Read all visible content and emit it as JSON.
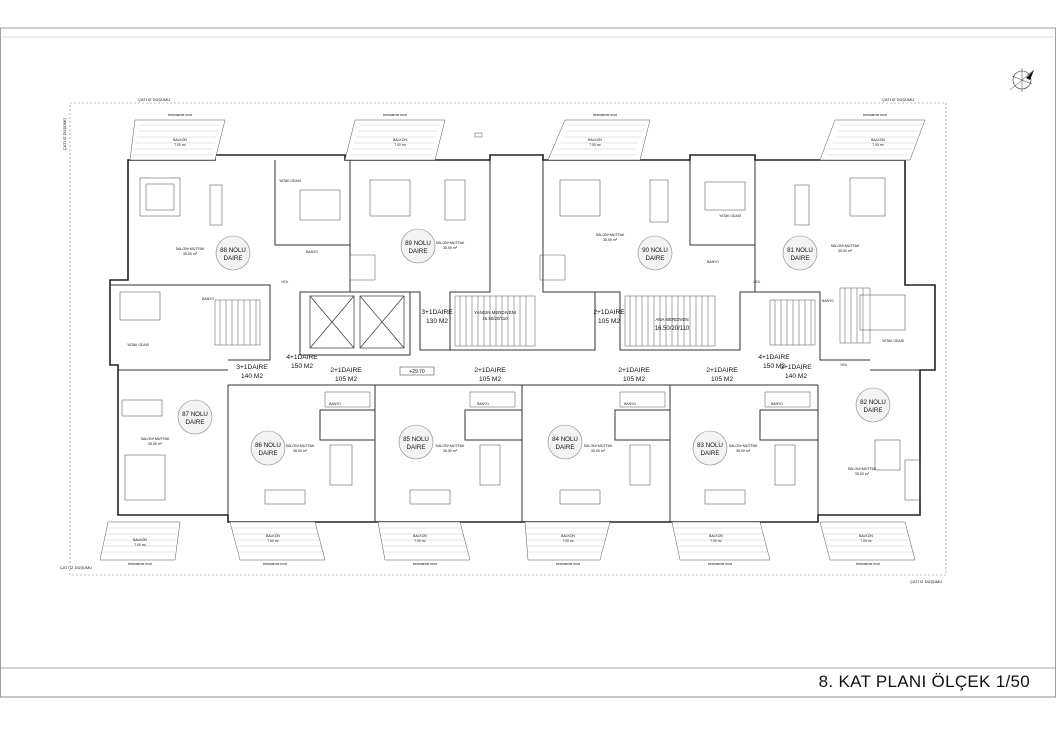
{
  "sheet": {
    "title": "8. KAT PLANI ÖLÇEK 1/50"
  },
  "roof_labels": [
    "ÇATI IZ DÜŞÜMÜ",
    "ÇATI IZ DÜŞÜMÜ",
    "ÇATI IZ DÜŞÜMÜ",
    "ÇATI IZ DÜŞÜMÜ",
    "ÇATI IZ DÜŞÜMÜ"
  ],
  "railing_label": "betonarme mod",
  "apartments": [
    {
      "no": "88 NOLU",
      "suffix": "DAIRE",
      "salon": "SALON+MUTFAK",
      "salon_area": "35.00 m²"
    },
    {
      "no": "89 NOLU",
      "suffix": "DAIRE",
      "salon": "SALON+MUTFAK",
      "salon_area": "35.00 m²"
    },
    {
      "no": "90 NOLU",
      "suffix": "DAIRE",
      "salon": "SALON+MUTFAK",
      "salon_area": "35.00 m²"
    },
    {
      "no": "81 NOLU",
      "suffix": "DAIRE",
      "salon": "SALON+MUTFAK",
      "salon_area": "35.00 m²"
    },
    {
      "no": "87 NOLU",
      "suffix": "DAIRE",
      "salon": "SALON+MUTFAK",
      "salon_area": "35.00 m²"
    },
    {
      "no": "86 NOLU",
      "suffix": "DAIRE",
      "salon": "SALON+MUTFAK",
      "salon_area": "35.00 m²"
    },
    {
      "no": "85 NOLU",
      "suffix": "DAIRE",
      "salon": "SALON+MUTFAK",
      "salon_area": "35.00 m²"
    },
    {
      "no": "84 NOLU",
      "suffix": "DAIRE",
      "salon": "SALON+MUTFAK",
      "salon_area": "35.00 m²"
    },
    {
      "no": "83 NOLU",
      "suffix": "DAIRE",
      "salon": "SALON+MUTFAK",
      "salon_area": "35.00 m²"
    },
    {
      "no": "82 NOLU",
      "suffix": "DAIRE",
      "salon": "SALON+MUTFAK",
      "salon_area": "35.00 m²"
    }
  ],
  "unit_types": [
    {
      "type": "3+1DAIRE",
      "area": "130 M2"
    },
    {
      "type": "2+1DAIRE",
      "area": "105 M2"
    },
    {
      "type": "4+1DAIRE",
      "area": "150 M2"
    },
    {
      "type": "3+1DAIRE",
      "area": "140 M2"
    },
    {
      "type": "2+1DAIRE",
      "area": "105 M2"
    },
    {
      "type": "2+1DAIRE",
      "area": "105 M2"
    },
    {
      "type": "2+1DAIRE",
      "area": "105 M2"
    },
    {
      "type": "2+1DAIRE",
      "area": "105 M2"
    },
    {
      "type": "4+1DAIRE",
      "area": "150 M2"
    },
    {
      "type": "3+1DAIRE",
      "area": "140 M2"
    }
  ],
  "core_rooms": [
    {
      "name": "YANGIN MERDIVENI",
      "dim": "16.50/20/110"
    },
    {
      "name": "ANA MERDIVEN",
      "dim": "16.50/20/110"
    }
  ],
  "level": "+29.70",
  "small_rooms": {
    "yatak": "YATAK ODASI",
    "banyo": "BANYO",
    "hol": "HOL",
    "balkon": "BALKON",
    "balkon_area": "7.00 m²"
  }
}
